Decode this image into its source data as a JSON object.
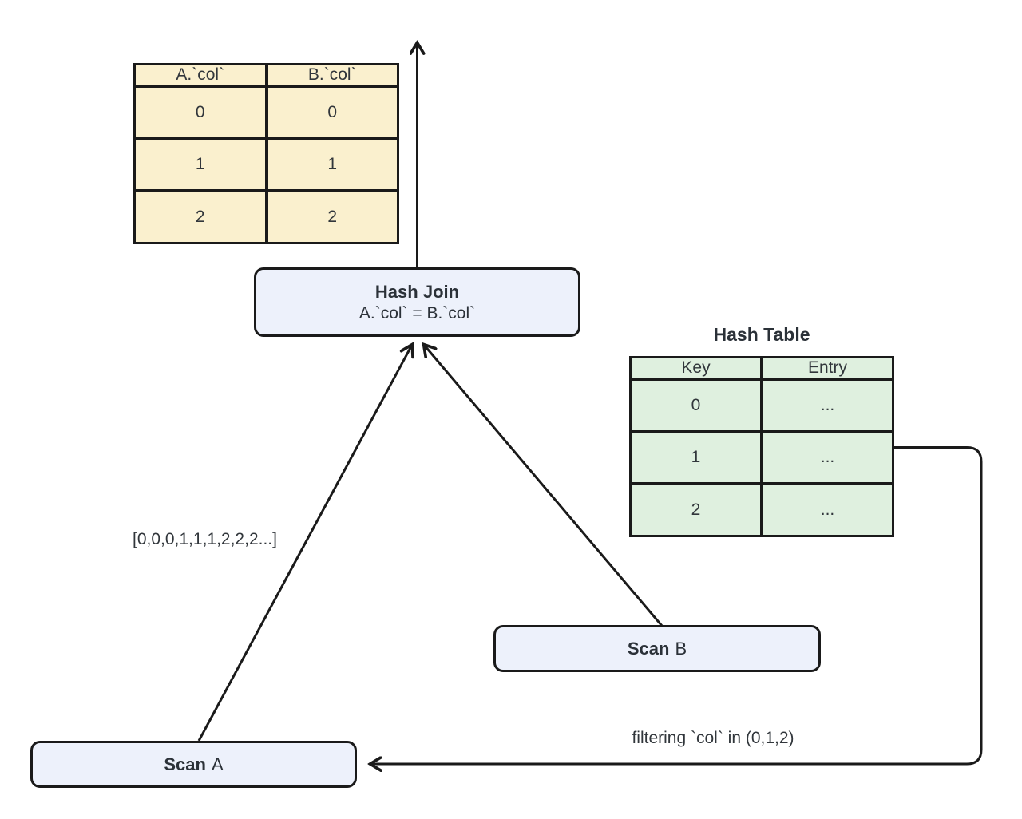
{
  "diagram": {
    "kind": "hash-join query plan",
    "colors": {
      "result_table_fill": "#faf0ce",
      "hash_table_fill": "#dff0df",
      "node_fill": "#edf1fb",
      "line": "#1a1a1a",
      "text": "#31363b"
    }
  },
  "result_table": {
    "headers": [
      "A.`col`",
      "B.`col`"
    ],
    "rows": [
      [
        "0",
        "0"
      ],
      [
        "1",
        "1"
      ],
      [
        "2",
        "2"
      ]
    ]
  },
  "hash_join_node": {
    "title": "Hash Join",
    "condition": "A.`col` = B.`col`"
  },
  "hash_table": {
    "title": "Hash Table",
    "headers": [
      "Key",
      "Entry"
    ],
    "rows": [
      [
        "0",
        "..."
      ],
      [
        "1",
        "..."
      ],
      [
        "2",
        "..."
      ]
    ]
  },
  "scan_a_node": {
    "op": "Scan",
    "target": "A"
  },
  "scan_b_node": {
    "op": "Scan",
    "target": "B"
  },
  "annotations": {
    "probe_values": "[0,0,0,1,1,1,2,2,2...]",
    "filter_pushdown": "filtering `col` in (0,1,2)"
  }
}
